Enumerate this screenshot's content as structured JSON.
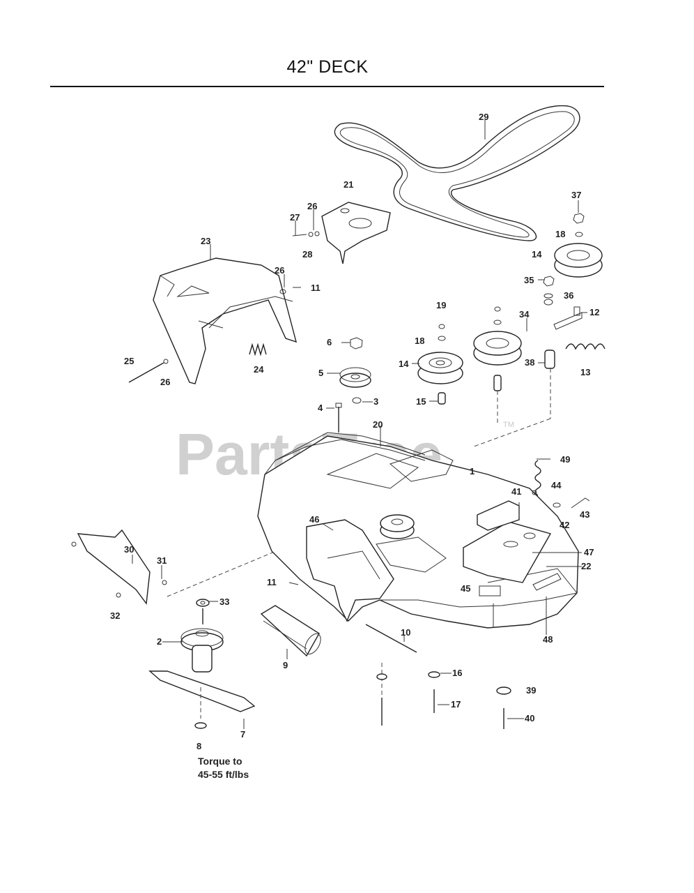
{
  "title": "42\" DECK",
  "watermark": {
    "text": "PartsTree",
    "mark": "TM"
  },
  "note": {
    "line1": "Torque to",
    "line2": "45-55 ft/lbs"
  },
  "callouts": {
    "c1": "1",
    "c2": "2",
    "c3": "3",
    "c4": "4",
    "c5": "5",
    "c6": "6",
    "c7": "7",
    "c8": "8",
    "c9": "9",
    "c10": "10",
    "c11a": "11",
    "c11b": "11",
    "c12": "12",
    "c13": "13",
    "c14a": "14",
    "c14b": "14",
    "c15": "15",
    "c16": "16",
    "c17": "17",
    "c18a": "18",
    "c18b": "18",
    "c19": "19",
    "c20": "20",
    "c21": "21",
    "c22": "22",
    "c23": "23",
    "c24": "24",
    "c25": "25",
    "c26a": "26",
    "c26b": "26",
    "c26c": "26",
    "c27": "27",
    "c28": "28",
    "c29": "29",
    "c30": "30",
    "c31": "31",
    "c32": "32",
    "c33": "33",
    "c34": "34",
    "c35": "35",
    "c36": "36",
    "c37": "37",
    "c38": "38",
    "c39": "39",
    "c40": "40",
    "c41": "41",
    "c42": "42",
    "c43": "43",
    "c44": "44",
    "c45": "45",
    "c46": "46",
    "c47": "47",
    "c48": "48",
    "c49": "49"
  }
}
